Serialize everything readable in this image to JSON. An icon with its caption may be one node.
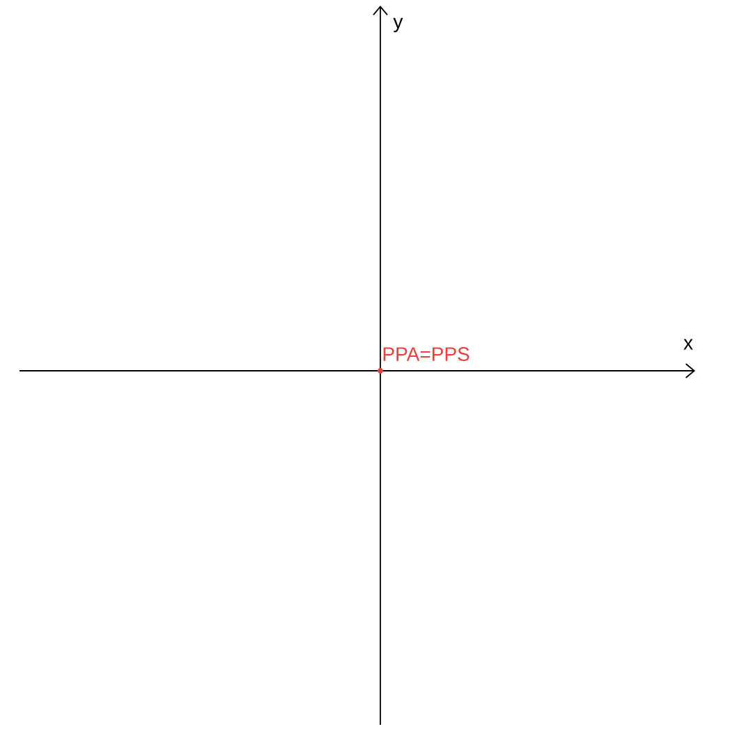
{
  "diagram": {
    "labels": [
      "y",
      "x",
      "PPA=PPS"
    ]
  }
}
